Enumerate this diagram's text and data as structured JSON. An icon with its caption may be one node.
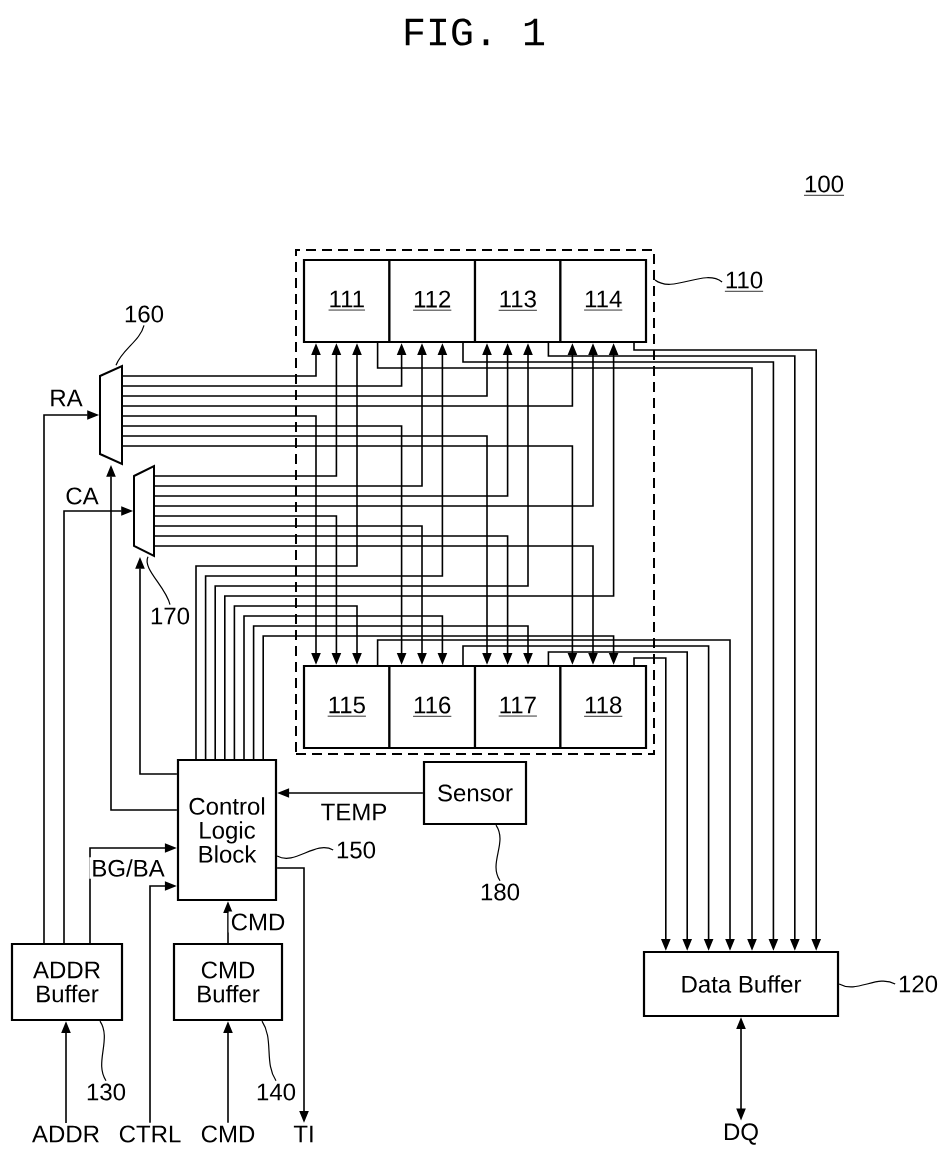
{
  "diagram": {
    "title": "FIG. 1",
    "nodes": [
      {
        "text": [],
        "shape": "box"
      },
      {
        "text": [
          "111"
        ],
        "in": 0
      },
      {
        "text": [
          "112"
        ],
        "in": 0
      },
      {
        "text": [
          "113"
        ],
        "in": 0
      },
      {
        "text": [
          "114"
        ],
        "in": 0
      },
      {
        "text": [
          "115"
        ],
        "in": 0
      },
      {
        "text": [
          "116"
        ],
        "in": 0
      },
      {
        "text": [
          "117"
        ],
        "in": 0
      },
      {
        "text": [
          "118"
        ],
        "in": 0
      },
      {
        "text": [],
        "shape": "trapezoid"
      },
      {
        "text": [],
        "shape": "trapezoid"
      },
      {
        "text": [
          "Control Logic Block"
        ]
      },
      {
        "text": [
          "Sensor"
        ]
      },
      {
        "text": [
          "ADDR Buffer"
        ]
      },
      {
        "text": [
          "CMD Buffer"
        ]
      },
      {
        "text": [
          "Data Buffer"
        ]
      },
      {
        "text": [
          "ADDR"
        ]
      },
      {
        "text": [
          "CTRL"
        ]
      },
      {
        "text": [
          "CMD"
        ]
      },
      {
        "text": [
          "TI"
        ]
      },
      {
        "text": [
          "DQ"
        ]
      },
      {
        "text": [
          "110"
        ]
      },
      {
        "text": [
          "160"
        ]
      },
      {
        "text": [
          "170"
        ]
      },
      {
        "text": [
          "150"
        ]
      },
      {
        "text": [
          "180"
        ]
      },
      {
        "text": [
          "130"
        ]
      },
      {
        "text": [
          "140"
        ]
      },
      {
        "text": [
          "120"
        ]
      }
    ],
    "edges": [
      {
        "from": 16,
        "to": 13,
        "arrow": "to"
      },
      {
        "from": 13,
        "to": 9,
        "arrow": "to",
        "label": "RA"
      },
      {
        "from": 13,
        "to": 10,
        "arrow": "to",
        "label": "CA"
      },
      {
        "from": 13,
        "to": 11,
        "arrow": "to",
        "label": "BG/BA"
      },
      {
        "from": 17,
        "to": 11,
        "arrow": "to"
      },
      {
        "from": 18,
        "to": 14,
        "arrow": "to"
      },
      {
        "from": 14,
        "to": 11,
        "arrow": "to",
        "label": "CMD"
      },
      {
        "from": 11,
        "to": 19,
        "arrow": "to"
      },
      {
        "from": 12,
        "to": 11,
        "arrow": "to",
        "label": "TEMP"
      },
      {
        "from": 11,
        "to": 9,
        "arrow": "to"
      },
      {
        "from": 11,
        "to": 10,
        "arrow": "to"
      },
      {
        "from": 15,
        "to": 20,
        "arrow": "both"
      },
      {
        "from": 9,
        "to": 1,
        "arrow": "to"
      },
      {
        "from": 9,
        "to": 2,
        "arrow": "to"
      },
      {
        "from": 9,
        "to": 3,
        "arrow": "to"
      },
      {
        "from": 9,
        "to": 4,
        "arrow": "to"
      },
      {
        "from": 9,
        "to": 5,
        "arrow": "to"
      },
      {
        "from": 9,
        "to": 6,
        "arrow": "to"
      },
      {
        "from": 9,
        "to": 7,
        "arrow": "to"
      },
      {
        "from": 9,
        "to": 8,
        "arrow": "to"
      },
      {
        "from": 10,
        "to": 1,
        "arrow": "to"
      },
      {
        "from": 10,
        "to": 2,
        "arrow": "to"
      },
      {
        "from": 10,
        "to": 3,
        "arrow": "to"
      },
      {
        "from": 10,
        "to": 4,
        "arrow": "to"
      },
      {
        "from": 10,
        "to": 5,
        "arrow": "to"
      },
      {
        "from": 10,
        "to": 6,
        "arrow": "to"
      },
      {
        "from": 10,
        "to": 7,
        "arrow": "to"
      },
      {
        "from": 10,
        "to": 8,
        "arrow": "to"
      },
      {
        "from": 11,
        "to": 1,
        "arrow": "to"
      },
      {
        "from": 11,
        "to": 2,
        "arrow": "to"
      },
      {
        "from": 11,
        "to": 3,
        "arrow": "to"
      },
      {
        "from": 11,
        "to": 4,
        "arrow": "to"
      },
      {
        "from": 11,
        "to": 5,
        "arrow": "to"
      },
      {
        "from": 11,
        "to": 6,
        "arrow": "to"
      },
      {
        "from": 11,
        "to": 7,
        "arrow": "to"
      },
      {
        "from": 11,
        "to": 8,
        "arrow": "to"
      },
      {
        "from": 1,
        "to": 15,
        "arrow": "to"
      },
      {
        "from": 2,
        "to": 15,
        "arrow": "to"
      },
      {
        "from": 3,
        "to": 15,
        "arrow": "to"
      },
      {
        "from": 4,
        "to": 15,
        "arrow": "to"
      },
      {
        "from": 5,
        "to": 15,
        "arrow": "to"
      },
      {
        "from": 6,
        "to": 15,
        "arrow": "to"
      },
      {
        "from": 7,
        "to": 15,
        "arrow": "to"
      },
      {
        "from": 8,
        "to": 15,
        "arrow": "to"
      },
      {
        "from": 21,
        "to": 0,
        "arrow": "none"
      },
      {
        "from": 22,
        "to": 9,
        "arrow": "none"
      },
      {
        "from": 23,
        "to": 10,
        "arrow": "none"
      },
      {
        "from": 24,
        "to": 11,
        "arrow": "none"
      },
      {
        "from": 25,
        "to": 12,
        "arrow": "none"
      },
      {
        "from": 26,
        "to": 13,
        "arrow": "none"
      },
      {
        "from": 27,
        "to": 14,
        "arrow": "none"
      },
      {
        "from": 28,
        "to": 15,
        "arrow": "none"
      }
    ],
    "labels": [
      "100"
    ]
  }
}
